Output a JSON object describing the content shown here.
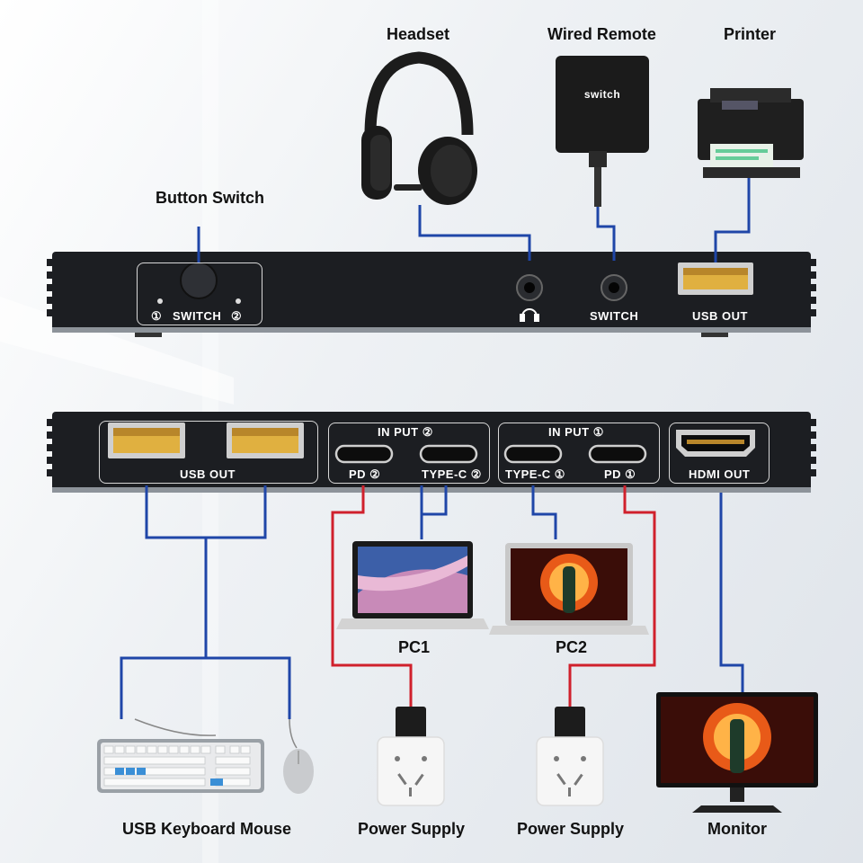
{
  "labels": {
    "headset": "Headset",
    "wired_remote": "Wired Remote",
    "printer": "Printer",
    "button_switch": "Button Switch",
    "pc1": "PC1",
    "pc2": "PC2",
    "usb_keyboard_mouse": "USB Keyboard Mouse",
    "power_supply_1": "Power Supply",
    "power_supply_2": "Power Supply",
    "monitor": "Monitor"
  },
  "remote": {
    "text": "switch"
  },
  "top_panel": {
    "port1": "①",
    "switch_label": "SWITCH",
    "port2": "②",
    "remote_jack_label": "SWITCH",
    "usb_out_label": "USB OUT"
  },
  "bottom_panel": {
    "usb_out_label": "USB OUT",
    "input2_label": "IN PUT ②",
    "pd2_label": "PD ②",
    "typec2_label": "TYPE-C ②",
    "input1_label": "IN PUT ①",
    "typec1_label": "TYPE-C ①",
    "pd1_label": "PD ①",
    "hdmi_out_label": "HDMI OUT"
  },
  "colors": {
    "usb_cable": "#1f46a8",
    "power_cable": "#d0202c",
    "device_body": "#1c1e22",
    "port_gold": "#e0b040"
  }
}
